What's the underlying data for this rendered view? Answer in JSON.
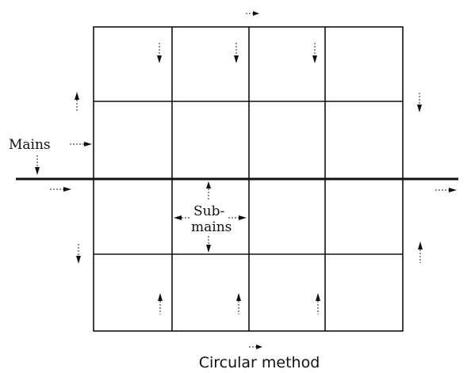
{
  "diagram": {
    "mains_label": "Mains",
    "submains_label_line1": "Sub-",
    "submains_label_line2": "mains",
    "caption": "Circular method"
  },
  "colors": {
    "ink": "#111111",
    "background": "#ffffff"
  },
  "arrow_icons": {
    "right": "arrow-right-icon",
    "left": "arrow-left-icon",
    "up": "arrow-up-icon",
    "down": "arrow-down-icon"
  }
}
